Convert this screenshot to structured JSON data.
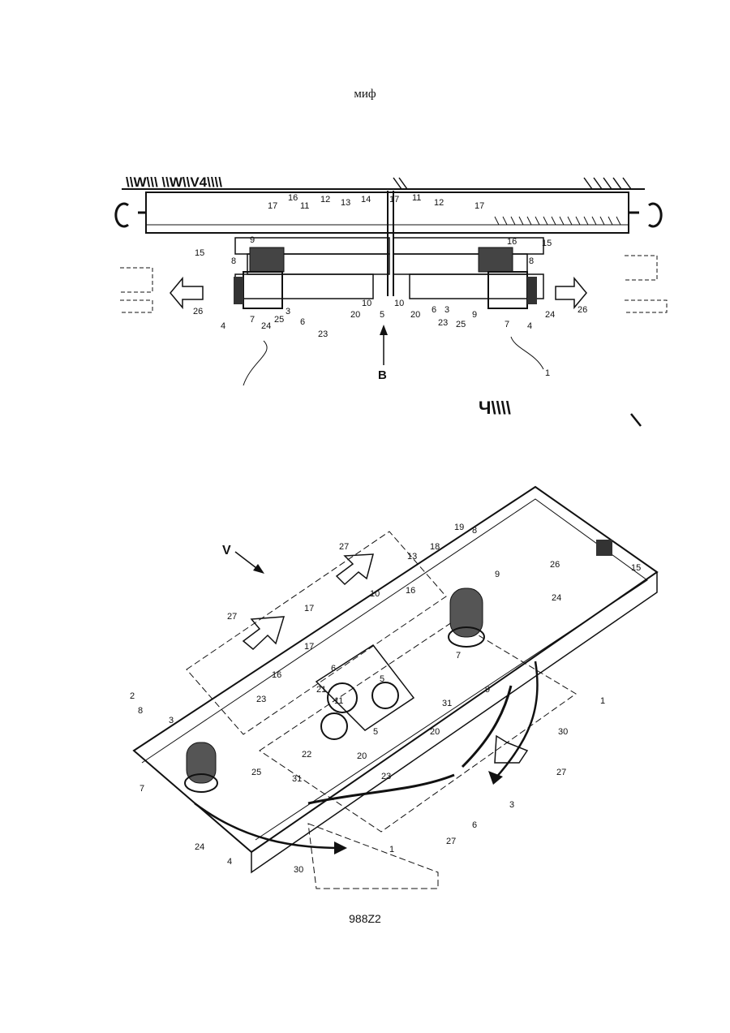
{
  "header": {
    "text": "миф"
  },
  "footer": {
    "text": "988Z2"
  },
  "figure_top": {
    "hatch_text": "\\\\W\\\\\\ \\\\W\\\\V4\\\\\\\\",
    "side_mark": "Ч\\\\\\\\",
    "arrow_label": "B",
    "labels": [
      "17",
      "11",
      "16",
      "12",
      "13",
      "14",
      "17",
      "11",
      "12",
      "17",
      "15",
      "15",
      "9",
      "8",
      "16",
      "8",
      "26",
      "26",
      "7",
      "4",
      "24",
      "25",
      "3",
      "20",
      "10",
      "5",
      "10",
      "20",
      "6",
      "3",
      "23",
      "25",
      "9",
      "7",
      "4",
      "24",
      "23",
      "6",
      "1"
    ]
  },
  "figure_bottom": {
    "view_label": "V",
    "labels": [
      "8",
      "19",
      "18",
      "27",
      "13",
      "10",
      "16",
      "17",
      "27",
      "26",
      "9",
      "24",
      "15",
      "16",
      "17",
      "7",
      "6",
      "21",
      "11",
      "5",
      "31",
      "9",
      "20",
      "2",
      "8",
      "3",
      "23",
      "22",
      "20",
      "5",
      "23",
      "30",
      "27",
      "25",
      "31",
      "7",
      "3",
      "6",
      "24",
      "4",
      "30",
      "27",
      "1",
      "1"
    ]
  },
  "colors": {
    "ink": "#111111",
    "paper": "#ffffff"
  }
}
